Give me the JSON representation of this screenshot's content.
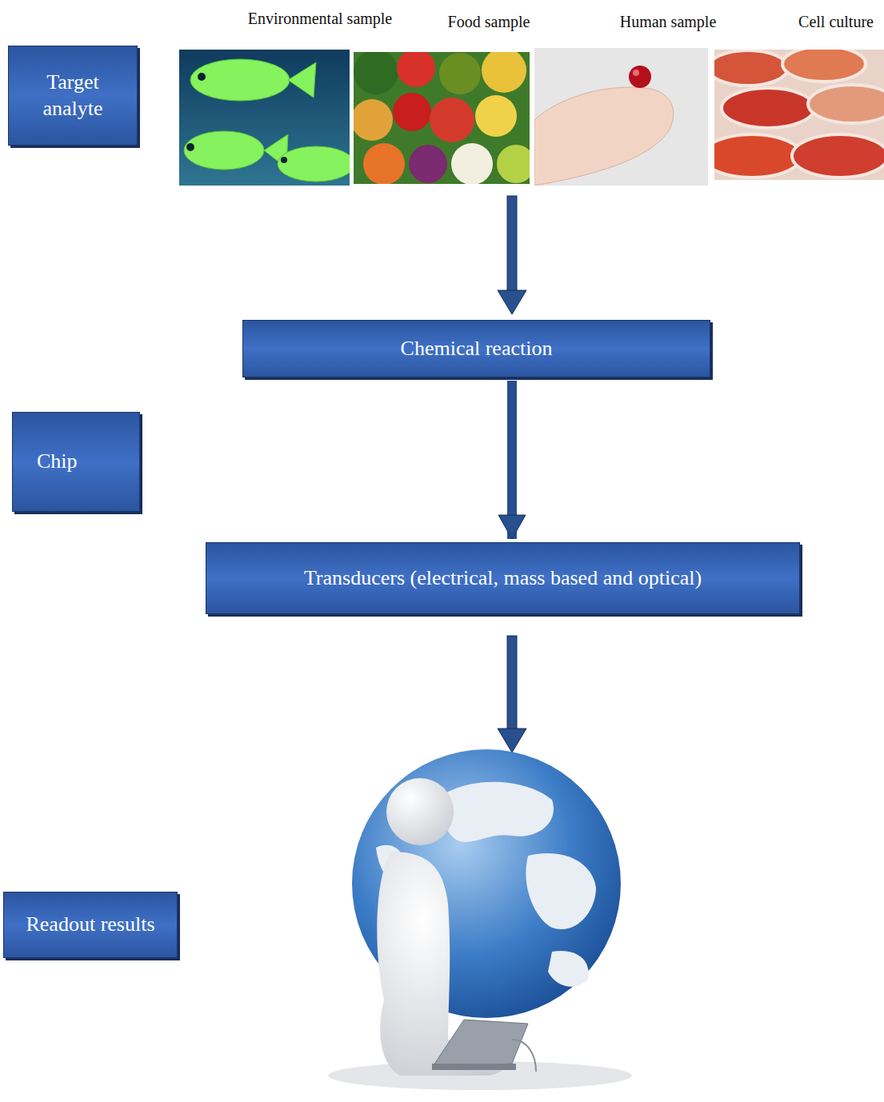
{
  "diagram": {
    "nodes": [
      {
        "text": [
          "Target analyte"
        ]
      },
      {
        "text": [
          "Chemical reaction"
        ]
      },
      {
        "text": [
          "Chip"
        ]
      },
      {
        "text": [
          "Transducers (electrical, mass based and optical)"
        ]
      },
      {
        "text": [
          "Readout results"
        ]
      }
    ],
    "edges": [
      {
        "from": 1,
        "to": 3,
        "arrow": "to"
      }
    ],
    "labels": [
      "Environmental sample",
      "Food sample",
      "Human sample",
      "Cell culture"
    ]
  }
}
